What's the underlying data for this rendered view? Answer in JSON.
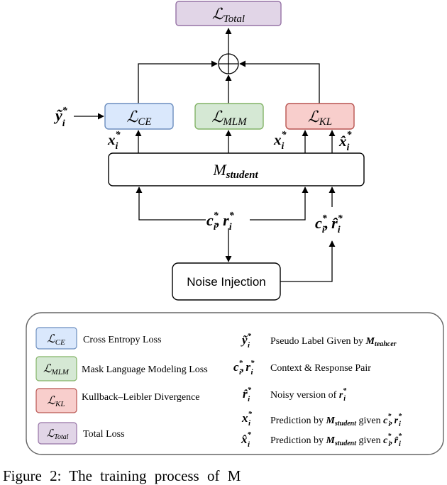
{
  "diagram": {
    "loss_total": "ℒ",
    "loss_total_sub": "Total",
    "loss_ce": "ℒ",
    "loss_ce_sub": "CE",
    "loss_mlm": "ℒ",
    "loss_mlm_sub": "MLM",
    "loss_kl": "ℒ",
    "loss_kl_sub": "KL",
    "student": "M",
    "student_sub": "student",
    "y_tilde": "ỹ",
    "star": "*",
    "i": "i",
    "x": "x",
    "x_hat": "x̂",
    "c": "c",
    "r": "r",
    "r_hat": "r̂",
    "comma": ",",
    "noise_injection": "Noise Injection"
  },
  "legend": {
    "ce_label": "Cross Entropy Loss",
    "mlm_label": "Mask Language Modeling Loss",
    "kl_label": "Kullback–Leibler Divergence",
    "total_label": "Total Loss",
    "pseudo_label": "Pseudo Label Given by ",
    "teacher_sub": "teahcer",
    "context_pair": "Context & Response Pair",
    "noisy_version": "Noisy version of ",
    "prediction": "Prediction by ",
    "given": " given "
  },
  "caption": "Figure 2: The training process of M"
}
